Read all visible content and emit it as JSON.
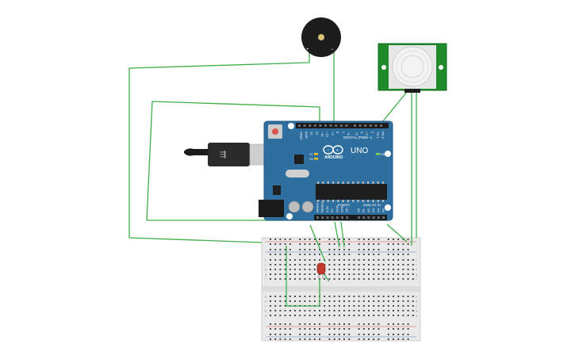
{
  "board": {
    "brand": "ARDUINO",
    "model": "UNO",
    "digital_label": "DIGITAL (PWM ~)",
    "power_label": "POWER",
    "analog_label": "ANALOG IN",
    "tx_label": "TX",
    "rx_label": "RX",
    "on_label": "ON",
    "digital_pins": [
      "AREF",
      "GND",
      "13",
      "12",
      "~11",
      "~10",
      "~9",
      "8",
      "7",
      "~6",
      "~5",
      "4",
      "~3",
      "2",
      "TX 1",
      "RX 0"
    ],
    "power_pins": [
      "IOREF",
      "RESET",
      "3.3V",
      "5V",
      "GND",
      "GND",
      "Vin"
    ],
    "analog_pins": [
      "A0",
      "A1",
      "A2",
      "A3",
      "A4",
      "A5"
    ]
  },
  "buzzer": {
    "plus_label": "+",
    "minus_label": "−"
  },
  "breadboard": {
    "row_letters_top": [
      "j",
      "i",
      "h",
      "g",
      "f"
    ],
    "row_letters_bottom": [
      "e",
      "d",
      "c",
      "b",
      "a"
    ]
  },
  "colors": {
    "wire": "#3fae49",
    "board": "#2f6f9f",
    "sensor": "#1f8a2a",
    "led": "#c0392b"
  }
}
